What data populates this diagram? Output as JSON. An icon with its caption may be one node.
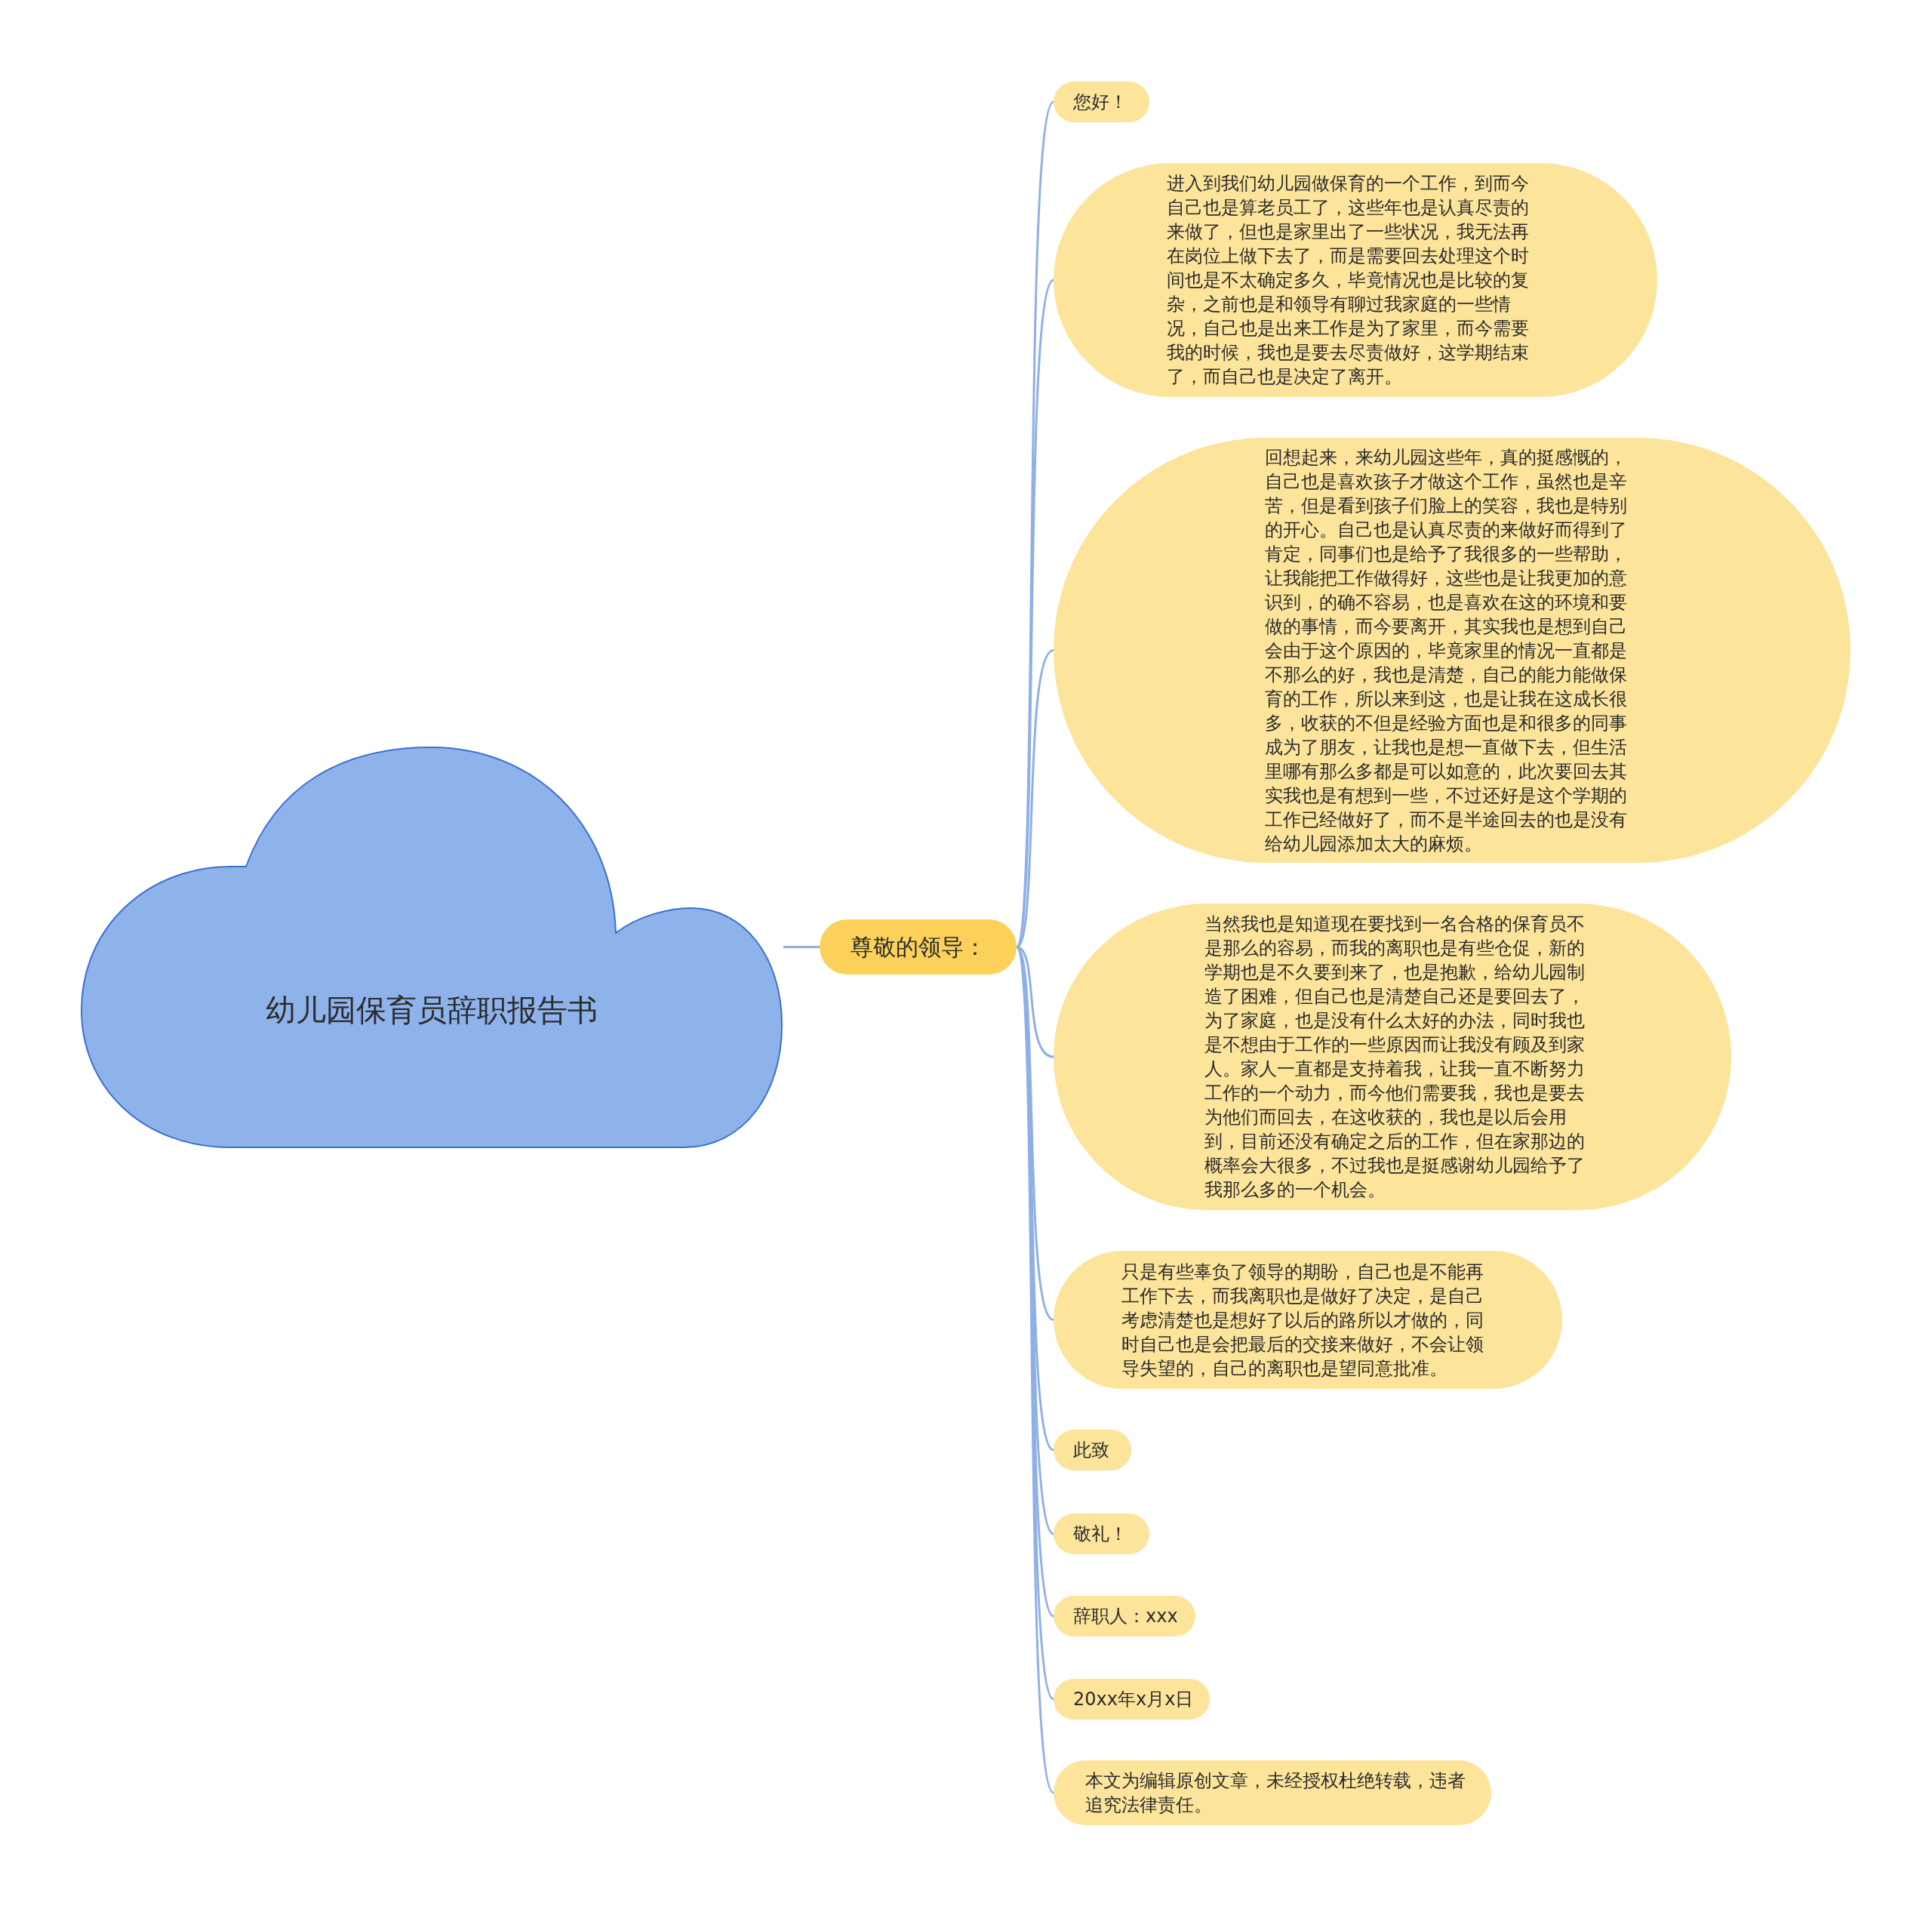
{
  "diagram": {
    "nodes": [
      {
        "text": [
          "幼儿园保育员辞职报告书"
        ]
      },
      {
        "text": [
          "尊敬的领导："
        ]
      },
      {
        "text": [
          "您好！"
        ]
      },
      {
        "text": [
          "进入到我们幼儿园做保育的一个工作，到而今自己也是算老员工了，这些年也是认真尽责的来做了，但也是家里出了一些状况，我无法再在岗位上做下去了，而是需要回去处理这个时间也是不太确定多久，毕竟情况也是比较的复杂，之前也是和领导有聊过我家庭的一些情况，自己也是出来工作是为了家里，而今需要我的时候，我也是要去尽责做好，这学期结束了，而自己也是决定了离开。"
        ]
      },
      {
        "text": [
          "回想起来，来幼儿园这些年，真的挺感慨的，自己也是喜欢孩子才做这个工作，虽然也是辛苦，但是看到孩子们脸上的笑容，我也是特别的开心。自己也是认真尽责的来做好而得到了肯定，同事们也是给予了我很多的一些帮助，让我能把工作做得好，这些也是让我更加的意识到，的确不容易，也是喜欢在这的环境和要做的事情，而今要离开，其实我也是想到自己会由于这个原因的，毕竟家里的情况一直都是不那么的好，我也是清楚，自己的能力能做保育的工作，所以来到这，也是让我在这成长很多，收获的不但是经验方面也是和很多的同事成为了朋友，让我也是想一直做下去，但生活里哪有那么多都是可以如意的，此次要回去其实我也是有想到一些，不过还好是这个学期的工作已经做好了，而不是半途回去的也是没有给幼儿园添加太大的麻烦。"
        ]
      },
      {
        "text": [
          "当然我也是知道现在要找到一名合格的保育员不是那么的容易，而我的离职也是有些仓促，新的学期也是不久要到来了，也是抱歉，给幼儿园制造了困难，但自己也是清楚自己还是要回去了，为了家庭，也是没有什么太好的办法，同时我也是不想由于工作的一些原因而让我没有顾及到家人。家人一直都是支持着我，让我一直不断努力工作的一个动力，而今他们需要我，我也是要去为他们而回去，在这收获的，我也是以后会用到，目前还没有确定之后的工作，但在家那边的概率会大很多，不过我也是挺感谢幼儿园给予了我那么多的一个机会。"
        ]
      },
      {
        "text": [
          "只是有些辜负了领导的期盼，自己也是不能再工作下去，而我离职也是做好了决定，是自己考虑清楚也是想好了以后的路所以才做的，同时自己也是会把最后的交接来做好，不会让领导失望的，自己的离职也是望同意批准。"
        ]
      },
      {
        "text": [
          "此致"
        ]
      },
      {
        "text": [
          "敬礼！"
        ]
      },
      {
        "text": [
          "辞职人：xxx"
        ]
      },
      {
        "text": [
          "20xx年x月x日"
        ]
      },
      {
        "text": [
          "本文为编辑原创文章，未经授权杜绝转载，违者追究法律责任。"
        ]
      }
    ],
    "edges": [
      {
        "from": 0,
        "to": 1,
        "arrow": "none"
      },
      {
        "from": 1,
        "to": 2,
        "arrow": "none"
      },
      {
        "from": 1,
        "to": 3,
        "arrow": "none"
      },
      {
        "from": 1,
        "to": 4,
        "arrow": "none"
      },
      {
        "from": 1,
        "to": 5,
        "arrow": "none"
      },
      {
        "from": 1,
        "to": 6,
        "arrow": "none"
      },
      {
        "from": 1,
        "to": 7,
        "arrow": "none"
      },
      {
        "from": 1,
        "to": 8,
        "arrow": "none"
      },
      {
        "from": 1,
        "to": 9,
        "arrow": "none"
      },
      {
        "from": 1,
        "to": 10,
        "arrow": "none"
      },
      {
        "from": 1,
        "to": 11,
        "arrow": "none"
      }
    ]
  }
}
